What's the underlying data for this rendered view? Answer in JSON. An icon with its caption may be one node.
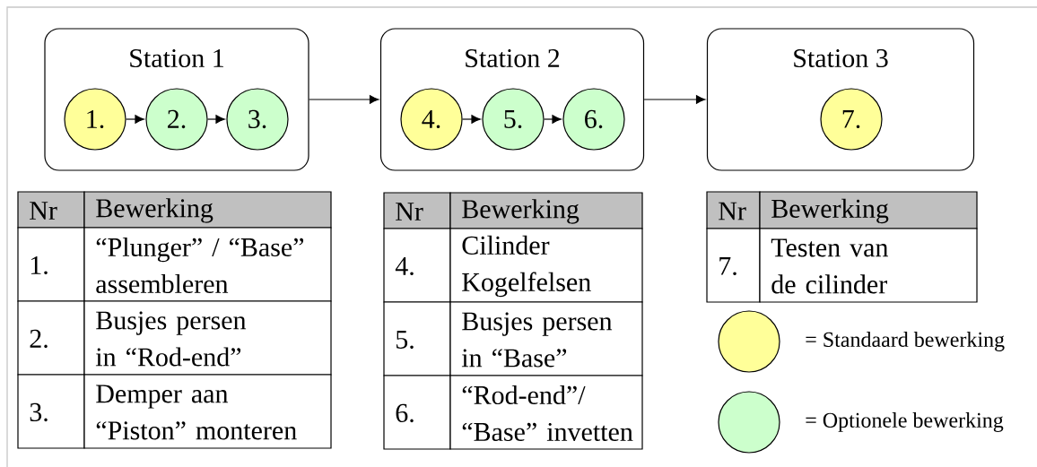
{
  "diagram": {
    "nodes": [
      {
        "text": [
          "Station 1"
        ]
      },
      {
        "text": [
          "1."
        ],
        "in": 0
      },
      {
        "text": [
          "2."
        ],
        "in": 0
      },
      {
        "text": [
          "3."
        ],
        "in": 0
      },
      {
        "text": [
          "Station 2"
        ]
      },
      {
        "text": [
          "4."
        ],
        "in": 4
      },
      {
        "text": [
          "5."
        ],
        "in": 4
      },
      {
        "text": [
          "6."
        ],
        "in": 4
      },
      {
        "text": [
          "Station 3"
        ]
      },
      {
        "text": [
          "7."
        ],
        "in": 8
      }
    ],
    "edges": [
      {
        "from": 1,
        "to": 2,
        "arrow": "to"
      },
      {
        "from": 2,
        "to": 3,
        "arrow": "to"
      },
      {
        "from": 0,
        "to": 4,
        "arrow": "to"
      },
      {
        "from": 5,
        "to": 6,
        "arrow": "to"
      },
      {
        "from": 6,
        "to": 7,
        "arrow": "to"
      },
      {
        "from": 4,
        "to": 8,
        "arrow": "to"
      }
    ],
    "labels": [
      "Nr",
      "Bewerking",
      "1.",
      "“Plunger” / “Base” assembleren",
      "2.",
      "Busjes persen in “Rod-end”",
      "3.",
      "Demper aan “Piston” monteren",
      "Nr",
      "Bewerking",
      "4.",
      "Cilinder Kogelfelsen",
      "5.",
      "Busjes persen in “Base”",
      "6.",
      "“Rod-end”/ “Base” invetten",
      "Nr",
      "Bewerking",
      "7.",
      "Testen van de cilinder"
    ],
    "legend": [
      {
        "text": "= Standaard bewerking",
        "color": "#ffff99"
      },
      {
        "text": "= Optionele bewerking",
        "color": "#ccffcc"
      }
    ]
  }
}
